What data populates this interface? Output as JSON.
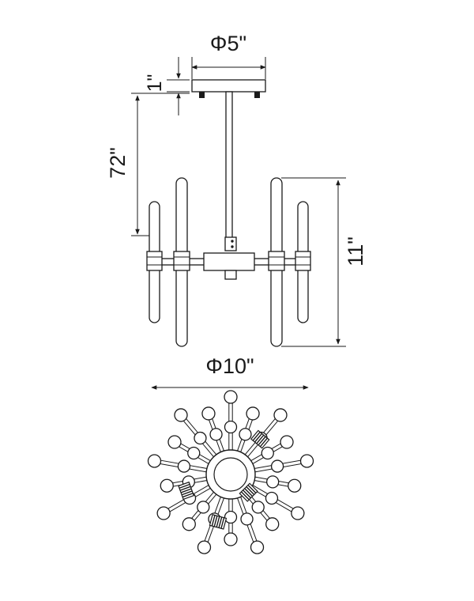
{
  "dimensions": {
    "canopy_diameter": "Φ5\"",
    "canopy_height": "1\"",
    "rod_length": "72\"",
    "fixture_height": "11\"",
    "fixture_diameter": "Φ10\""
  },
  "colors": {
    "line": "#1a1a1a",
    "background": "#ffffff"
  },
  "bottom_view": {
    "arm_count": 18,
    "bulb_holder_count": 4
  }
}
